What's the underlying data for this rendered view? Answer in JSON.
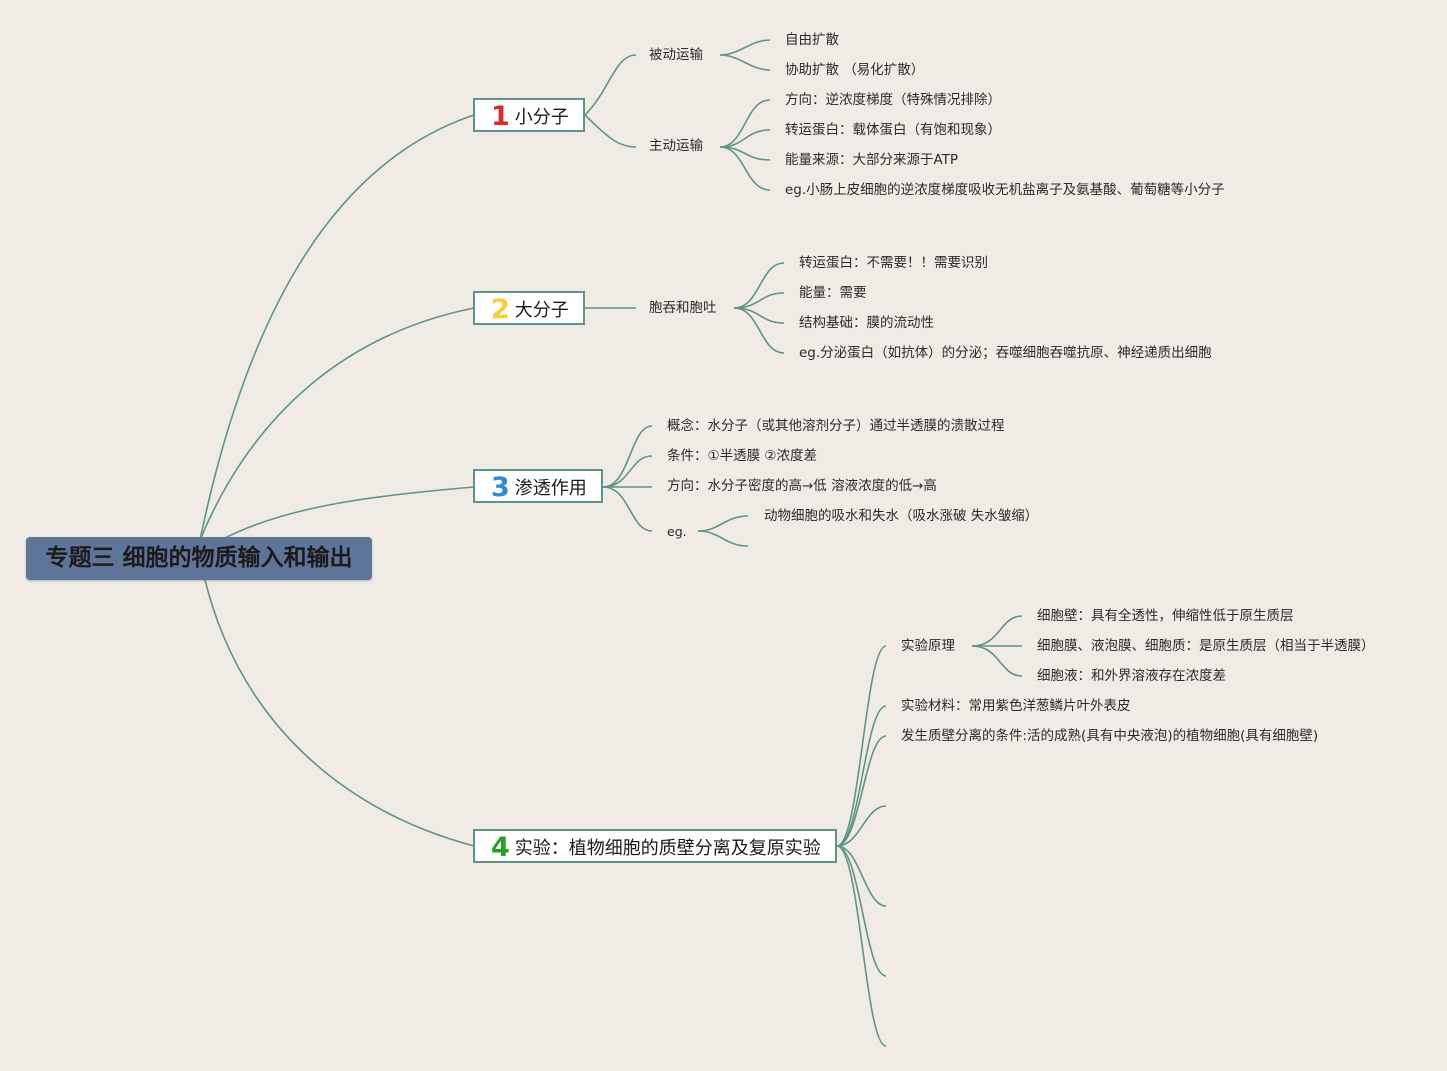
{
  "title": "专题三 细胞的物质输入和输出",
  "accent_colors": {
    "line": "#5e9686",
    "root_bg": "#5f7499",
    "background": "#f1ebe5",
    "num1": "#d62b2b",
    "num2": "#f2cf3a",
    "num3": "#2f8ad3",
    "num4": "#2a9d2a"
  },
  "branches": [
    {
      "num": "1",
      "label": "小分子",
      "children": [
        {
          "label": "被动运输",
          "children": [
            "自由扩散",
            "协助扩散 （易化扩散）"
          ]
        },
        {
          "label": "主动运输",
          "children": [
            "方向：逆浓度梯度（特殊情况排除）",
            "转运蛋白：载体蛋白（有饱和现象）",
            "能量来源：大部分来源于ATP",
            "eg.小肠上皮细胞的逆浓度梯度吸收无机盐离子及氨基酸、葡萄糖等小分子"
          ]
        }
      ]
    },
    {
      "num": "2",
      "label": "大分子",
      "children": [
        {
          "label": "胞吞和胞吐",
          "children": [
            "转运蛋白：不需要！！需要识别",
            "能量：需要",
            "结构基础：膜的流动性",
            "eg.分泌蛋白（如抗体）的分泌；吞噬细胞吞噬抗原、神经递质出细胞"
          ]
        }
      ]
    },
    {
      "num": "3",
      "label": "渗透作用",
      "children": [
        "概念：水分子（或其他溶剂分子）通过半透膜的溃散过程",
        "条件：①半透膜 ②浓度差",
        "方向：水分子密度的高→低 溶液浓度的低→高",
        "eg.",
        "动物细胞的吸水和失水（吸水涨破 失水皱缩）"
      ]
    },
    {
      "num": "4",
      "label": "实验：植物细胞的质壁分离及复原实验",
      "children": [
        {
          "label": "实验原理",
          "children": [
            "细胞壁：具有全透性，伸缩性低于原生质层",
            "细胞膜、液泡膜、细胞质：是原生质层（相当于半透膜）",
            "细胞液：和外界溶液存在浓度差"
          ]
        },
        "实验材料：常用紫色洋葱鳞片叶外表皮",
        "发生质壁分离的条件:活的成熟(具有中央液泡)的植物细胞(具有细胞壁)"
      ]
    }
  ]
}
